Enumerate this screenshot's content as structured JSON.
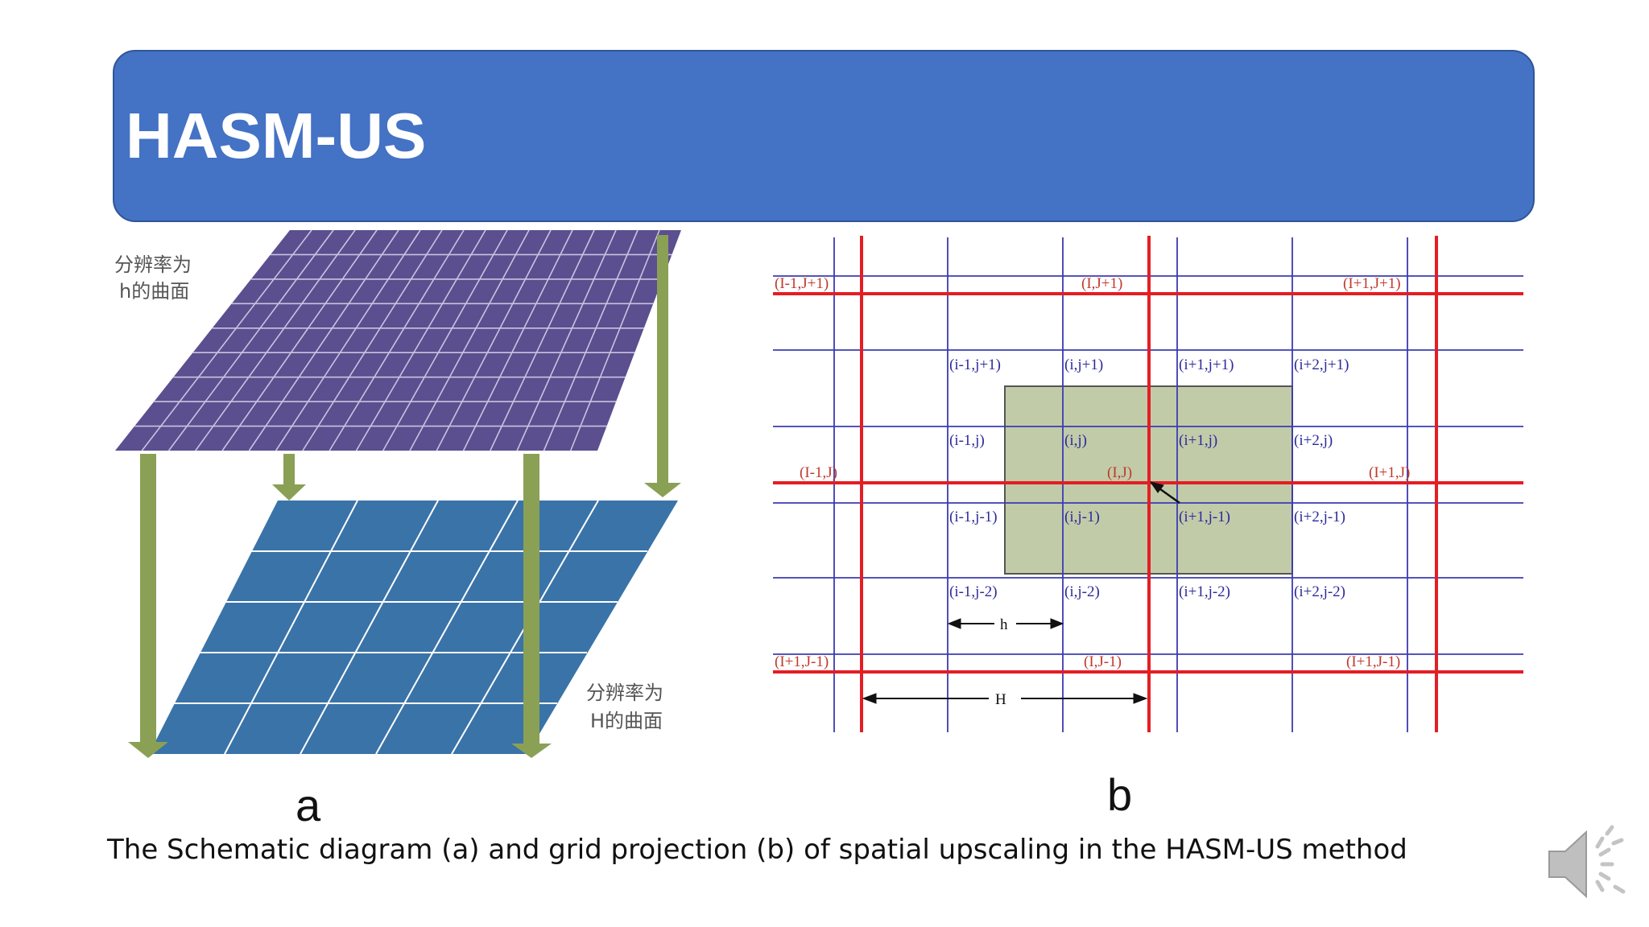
{
  "slide": {
    "title": "HASM-US",
    "caption": "The Schematic diagram (a) and grid projection (b) of spatial upscaling in the HASM-US method",
    "panel_a_label": "a",
    "panel_b_label": "b"
  },
  "figure_a": {
    "top_surface_label_line1": "分辨率为",
    "top_surface_label_line2": "h的曲面",
    "bottom_surface_label_line1": "分辨率为",
    "bottom_surface_label_line2": "H的曲面",
    "top_color": "#5b4f8f",
    "bottom_color": "#3a73a8",
    "arrow_color": "#8aa055"
  },
  "figure_b": {
    "coarse_labels": {
      "top_left": "(I-1,J+1)",
      "top_mid": "(I,J+1)",
      "top_right": "(I+1,J+1)",
      "mid_left": "(I-1,J)",
      "mid_mid": "(I,J)",
      "mid_right": "(I+1,J)",
      "bot_left": "(I+1,J-1)",
      "bot_mid": "(I,J-1)",
      "bot_right": "(I+1,J-1)"
    },
    "fine_labels": [
      [
        "(i-1,j+1)",
        "(i,j+1)",
        "(i+1,j+1)",
        "(i+2,j+1)"
      ],
      [
        "(i-1,j)",
        "(i,j)",
        "(i+1,j)",
        "(i+2,j)"
      ],
      [
        "(i-1,j-1)",
        "(i,j-1)",
        "(i+1,j-1)",
        "(i+2,j-1)"
      ],
      [
        "(i-1,j-2)",
        "(i,j-2)",
        "(i+1,j-2)",
        "(i+2,j-2)"
      ]
    ],
    "h_label": "h",
    "H_label": "H",
    "coarse_color": "#e31e24",
    "fine_color": "#3b3bb3",
    "cell_color": "#c2cba8"
  },
  "icons": {
    "speaker": "speaker-icon"
  }
}
